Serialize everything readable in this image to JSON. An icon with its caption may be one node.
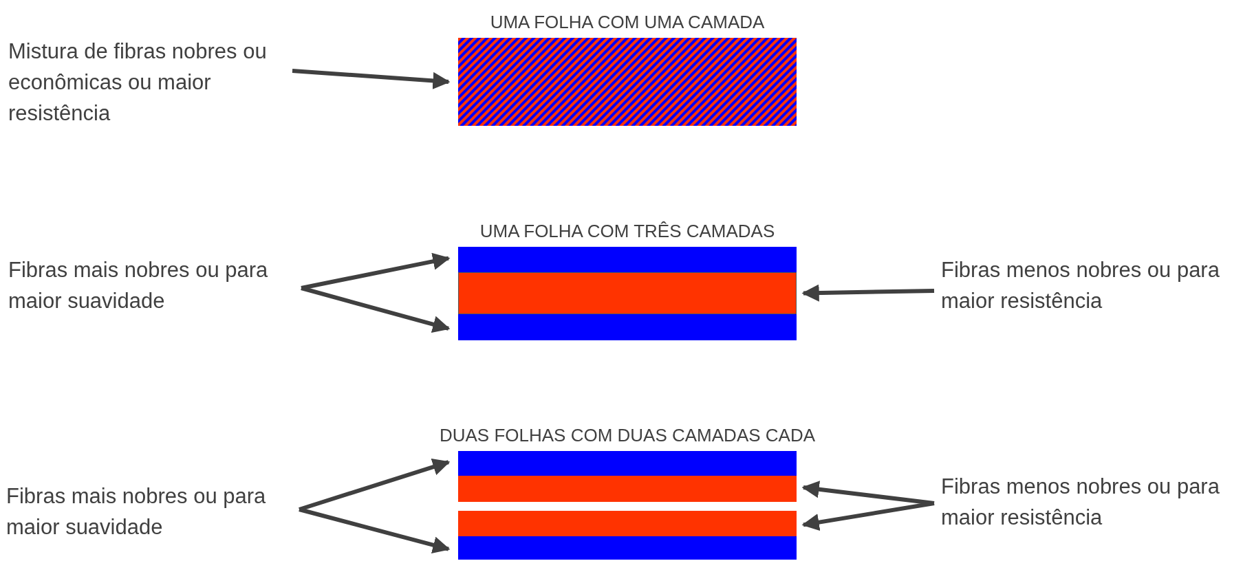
{
  "diagram": {
    "nodes": [
      {
        "text": [
          "Mistura de fibras nobres ou econômicas ou maior resistência"
        ]
      },
      {
        "text": [
          "UMA FOLHA COM UMA CAMADA"
        ]
      },
      {
        "text": [
          "Fibras mais nobres ou para maior suavidade"
        ]
      },
      {
        "text": [
          "UMA FOLHA COM TRÊS CAMADAS"
        ]
      },
      {
        "text": [],
        "shape": "bar",
        "in": 3
      },
      {
        "text": [],
        "shape": "bar",
        "in": 3
      },
      {
        "text": [],
        "shape": "bar",
        "in": 3
      },
      {
        "text": [
          "Fibras menos nobres ou para maior resistência"
        ]
      },
      {
        "text": [
          "Fibras mais nobres ou para maior suavidade"
        ]
      },
      {
        "text": [
          "DUAS FOLHAS COM DUAS CAMADAS CADA"
        ]
      },
      {
        "text": [],
        "shape": "bar",
        "in": 9
      },
      {
        "text": [],
        "shape": "bar",
        "in": 9
      },
      {
        "text": [],
        "shape": "bar",
        "in": 9
      },
      {
        "text": [],
        "shape": "bar",
        "in": 9
      },
      {
        "text": [
          "Fibras menos nobres ou para maior resistência"
        ]
      }
    ],
    "edges": [
      {
        "from": 0,
        "to": 1,
        "arrow": "to"
      },
      {
        "from": 2,
        "to": 4,
        "arrow": "to"
      },
      {
        "from": 2,
        "to": 6,
        "arrow": "to"
      },
      {
        "from": 7,
        "to": 5,
        "arrow": "to"
      },
      {
        "from": 8,
        "to": 10,
        "arrow": "to"
      },
      {
        "from": 8,
        "to": 13,
        "arrow": "to"
      },
      {
        "from": 14,
        "to": 11,
        "arrow": "to"
      },
      {
        "from": 14,
        "to": 12,
        "arrow": "to"
      }
    ]
  }
}
